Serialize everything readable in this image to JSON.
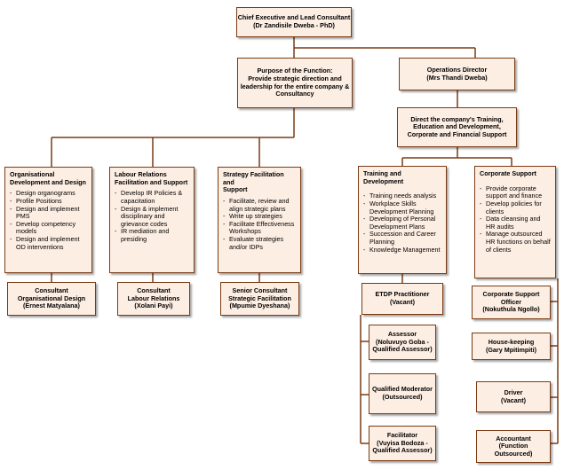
{
  "ceo": {
    "line1": "Chief Executive and Lead Consultant",
    "line2": "(Dr Zandisile Dweba - PhD)"
  },
  "purpose": {
    "line1": "Purpose of the Function:",
    "line2": "Provide strategic direction and",
    "line3": "leadership for the entire company &",
    "line4": "Consultancy"
  },
  "ops": {
    "line1": "Operations Director",
    "line2": "(Mrs Thandi Dweba)"
  },
  "direct": {
    "line1": "Direct the company's Training,",
    "line2": "Education and Development,",
    "line3": "Corporate and Financial Support"
  },
  "org": {
    "title1": "Organisational",
    "title2": "Development and Design",
    "items": [
      "Design organograms",
      "Profile Positions",
      "Design and implement PMS",
      "Develop competency models",
      "Design and implement OD interventions"
    ]
  },
  "labour": {
    "title1": "Labour Relations",
    "title2": "Facilitation and Support",
    "items": [
      "Develop IR Policies & capacitation",
      "Design & implement disciplinary and grievance codes",
      " IR mediation and presiding"
    ]
  },
  "strategy": {
    "title1": "Strategy Facilitation and",
    "title2": "Support",
    "items": [
      "Facilitate, review  and align strategic plans",
      "Write up strategies",
      "Facilitate Effectiveness Workshops",
      "Evaluate strategies and/or IDPs"
    ]
  },
  "training": {
    "title1": "Training and Development",
    "items": [
      "Training needs analysis",
      "Workplace Skills Development Planning",
      "Developing of Personal Development Plans",
      "Succession and Career Planning",
      "Knowledge Management"
    ]
  },
  "corporate": {
    "title1": "Corporate Support",
    "items": [
      "Provide corporate support and finance",
      " Develop policies for clients",
      "Data cleansing and HR audits",
      "Manage outsourced HR functions on behalf of clients"
    ]
  },
  "c_org": {
    "line1": "Consultant",
    "line2": "Organisational Design",
    "line3": "(Ernest Matyalana)"
  },
  "c_labour": {
    "line1": "Consultant",
    "line2": "Labour Relations",
    "line3": "(Xolani Payi)"
  },
  "c_strategy": {
    "line1": "Senior Consultant",
    "line2": "Strategic Facilitation",
    "line3": "(Mpumie Dyeshana)"
  },
  "etdp": {
    "line1": "ETDP Practitioner",
    "line2": "(Vacant)"
  },
  "assessor": {
    "line1": "Assessor",
    "line2": "(Noluvuyo Goba -",
    "line3": "Qualified Assessor)"
  },
  "moderator": {
    "line1": "Qualified Moderator",
    "line2": "(Outsourced)"
  },
  "facilitator": {
    "line1": "Facilitator",
    "line2": "(Vuyisa Bodoza -",
    "line3": "Qualified Assessor)"
  },
  "cso": {
    "line1": "Corporate Support",
    "line2": "Officer",
    "line3": "(Nokuthula Ngollo)"
  },
  "housekeeping": {
    "line1": "House-keeping",
    "line2": "(Gary Mpitimpiti)"
  },
  "driver": {
    "line1": "Driver",
    "line2": "(Vacant)"
  },
  "accountant": {
    "line1": "Accountant",
    "line2": "(Function",
    "line3": "Outsourced)"
  }
}
